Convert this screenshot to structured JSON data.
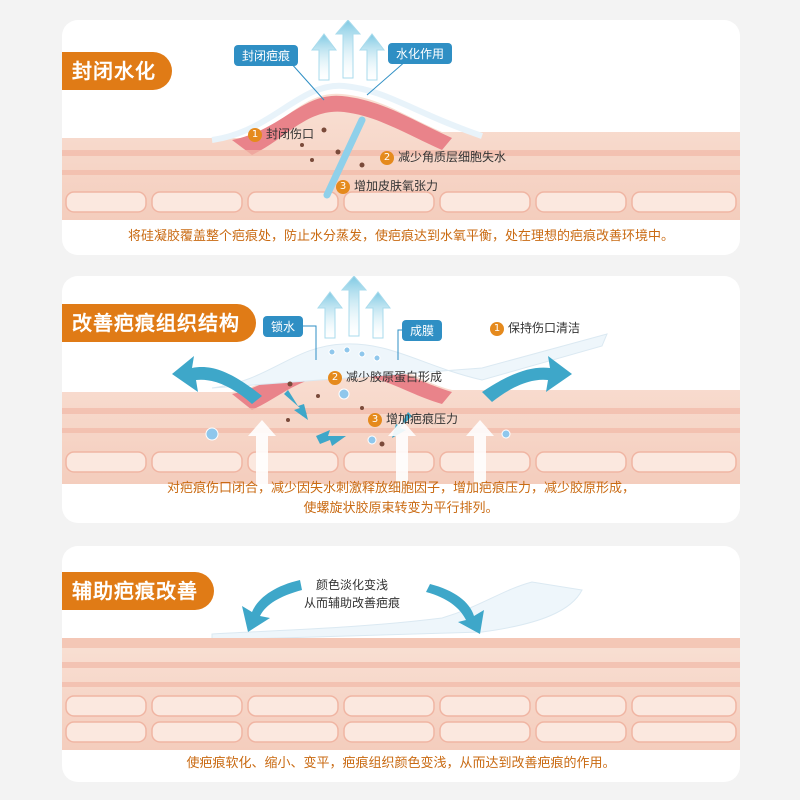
{
  "panel1": {
    "tag": "封闭水化",
    "label_left": "封闭疤痕",
    "label_right": "水化作用",
    "notes": [
      {
        "num": "1",
        "text": "封闭伤口"
      },
      {
        "num": "2",
        "text": "减少角质层细胞失水"
      },
      {
        "num": "3",
        "text": "增加皮肤氧张力"
      }
    ],
    "caption": "将硅凝胶覆盖整个疤痕处，防止水分蒸发，使疤痕达到水氧平衡，处在理想的疤痕改善环境中。"
  },
  "panel2": {
    "tag": "改善疤痕组织结构",
    "label_left": "锁水",
    "label_right": "成膜",
    "notes": [
      {
        "num": "1",
        "text": "保持伤口清洁"
      },
      {
        "num": "2",
        "text": "减少胶原蛋白形成"
      },
      {
        "num": "3",
        "text": "增加疤痕压力"
      }
    ],
    "caption_line1": "对疤痕伤口闭合，减少因失水刺激释放细胞因子，增加疤痕压力，减少胶原形成，",
    "caption_line2": "使螺旋状胶原束转变为平行排列。"
  },
  "panel3": {
    "tag": "辅助疤痕改善",
    "note_line1": "颜色淡化变浅",
    "note_line2": "从而辅助改善疤痕",
    "caption": "使疤痕软化、缩小、变平，疤痕组织颜色变浅，从而达到改善疤痕的作用。"
  },
  "colors": {
    "accent_orange": "#e07b16",
    "caption_orange": "#c96a12",
    "arrow_blue": "#3ea7c9",
    "label_blue": "#2f8fc4",
    "skin_pink": "#f6d3c4",
    "scar_red": "#e9838a"
  }
}
